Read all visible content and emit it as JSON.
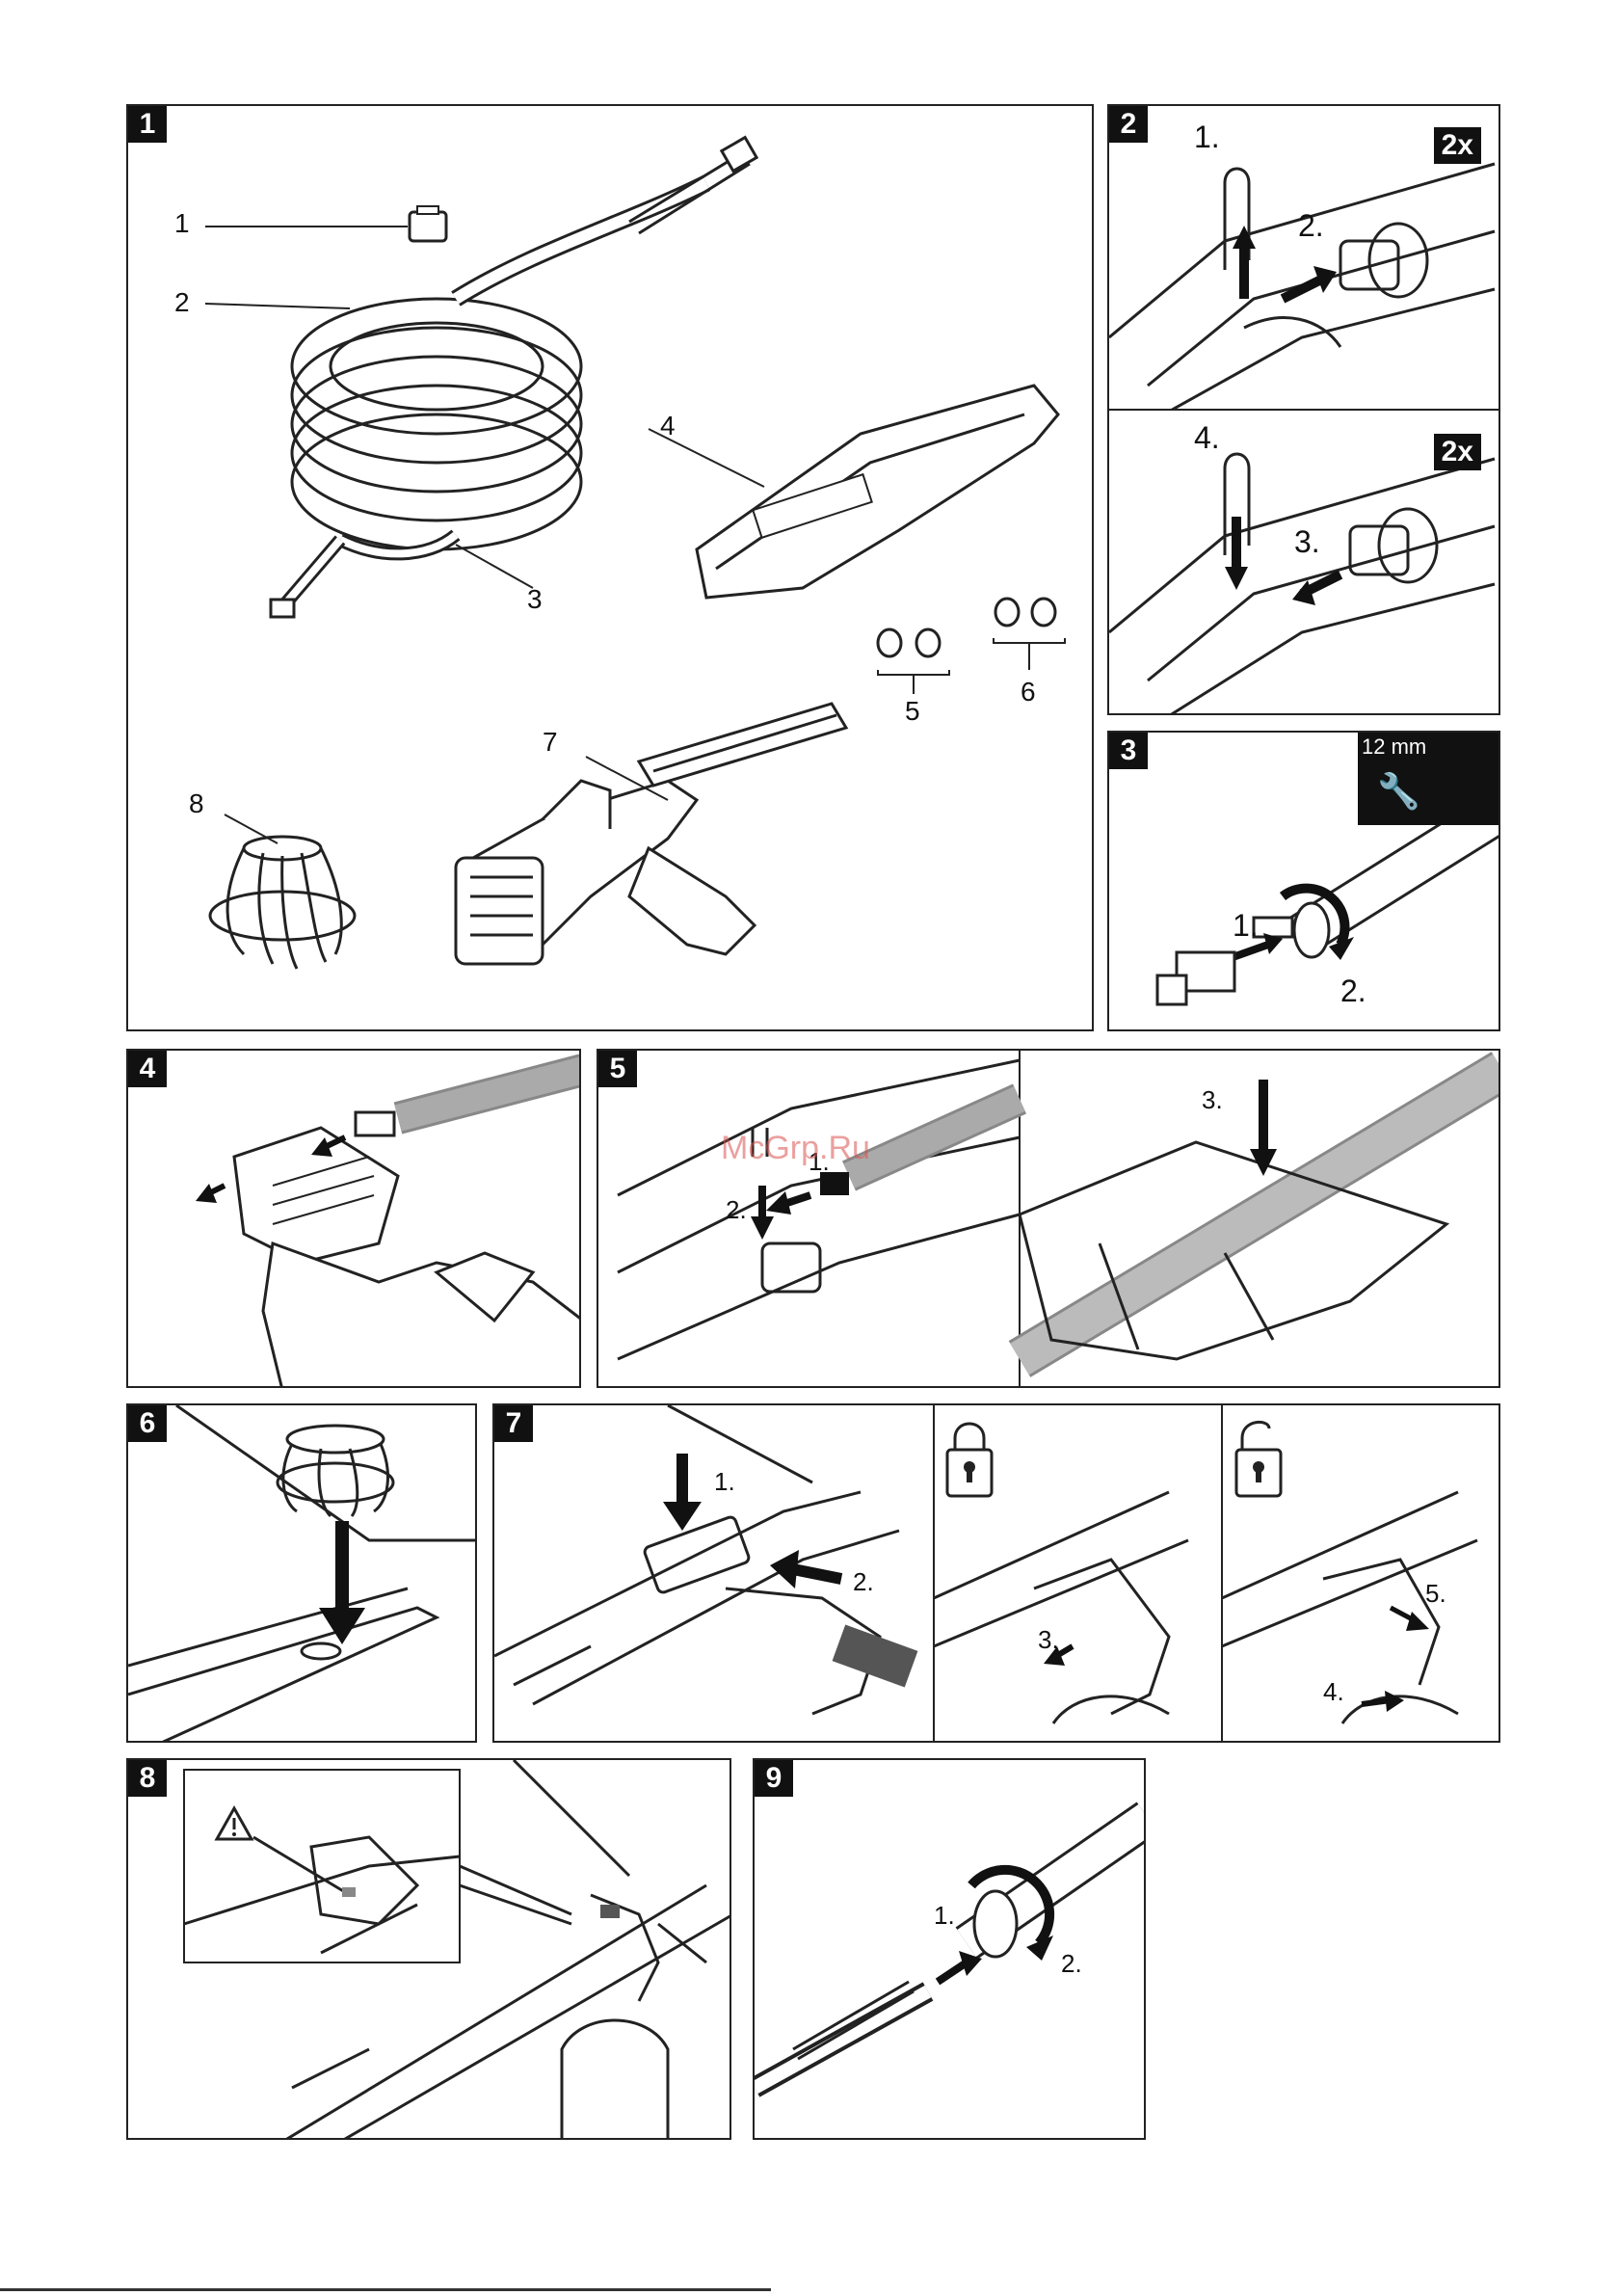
{
  "watermark": "McGrp.Ru",
  "panels": {
    "p1": {
      "number": "1",
      "parts": [
        "1",
        "2",
        "3",
        "4",
        "5",
        "6",
        "7",
        "8"
      ]
    },
    "p2": {
      "number": "2",
      "badge_top": "2x",
      "badge_bottom": "2x",
      "steps": [
        "1.",
        "2.",
        "3.",
        "4."
      ]
    },
    "p3": {
      "number": "3",
      "tool": "12 mm",
      "steps": [
        "1.",
        "2."
      ]
    },
    "p4": {
      "number": "4"
    },
    "p5": {
      "number": "5",
      "steps": [
        "1.",
        "2.",
        "3."
      ]
    },
    "p6": {
      "number": "6"
    },
    "p7": {
      "number": "7",
      "steps": [
        "1.",
        "2.",
        "3.",
        "4.",
        "5."
      ]
    },
    "p8": {
      "number": "8"
    },
    "p9": {
      "number": "9",
      "steps": [
        "1.",
        "2."
      ]
    }
  }
}
